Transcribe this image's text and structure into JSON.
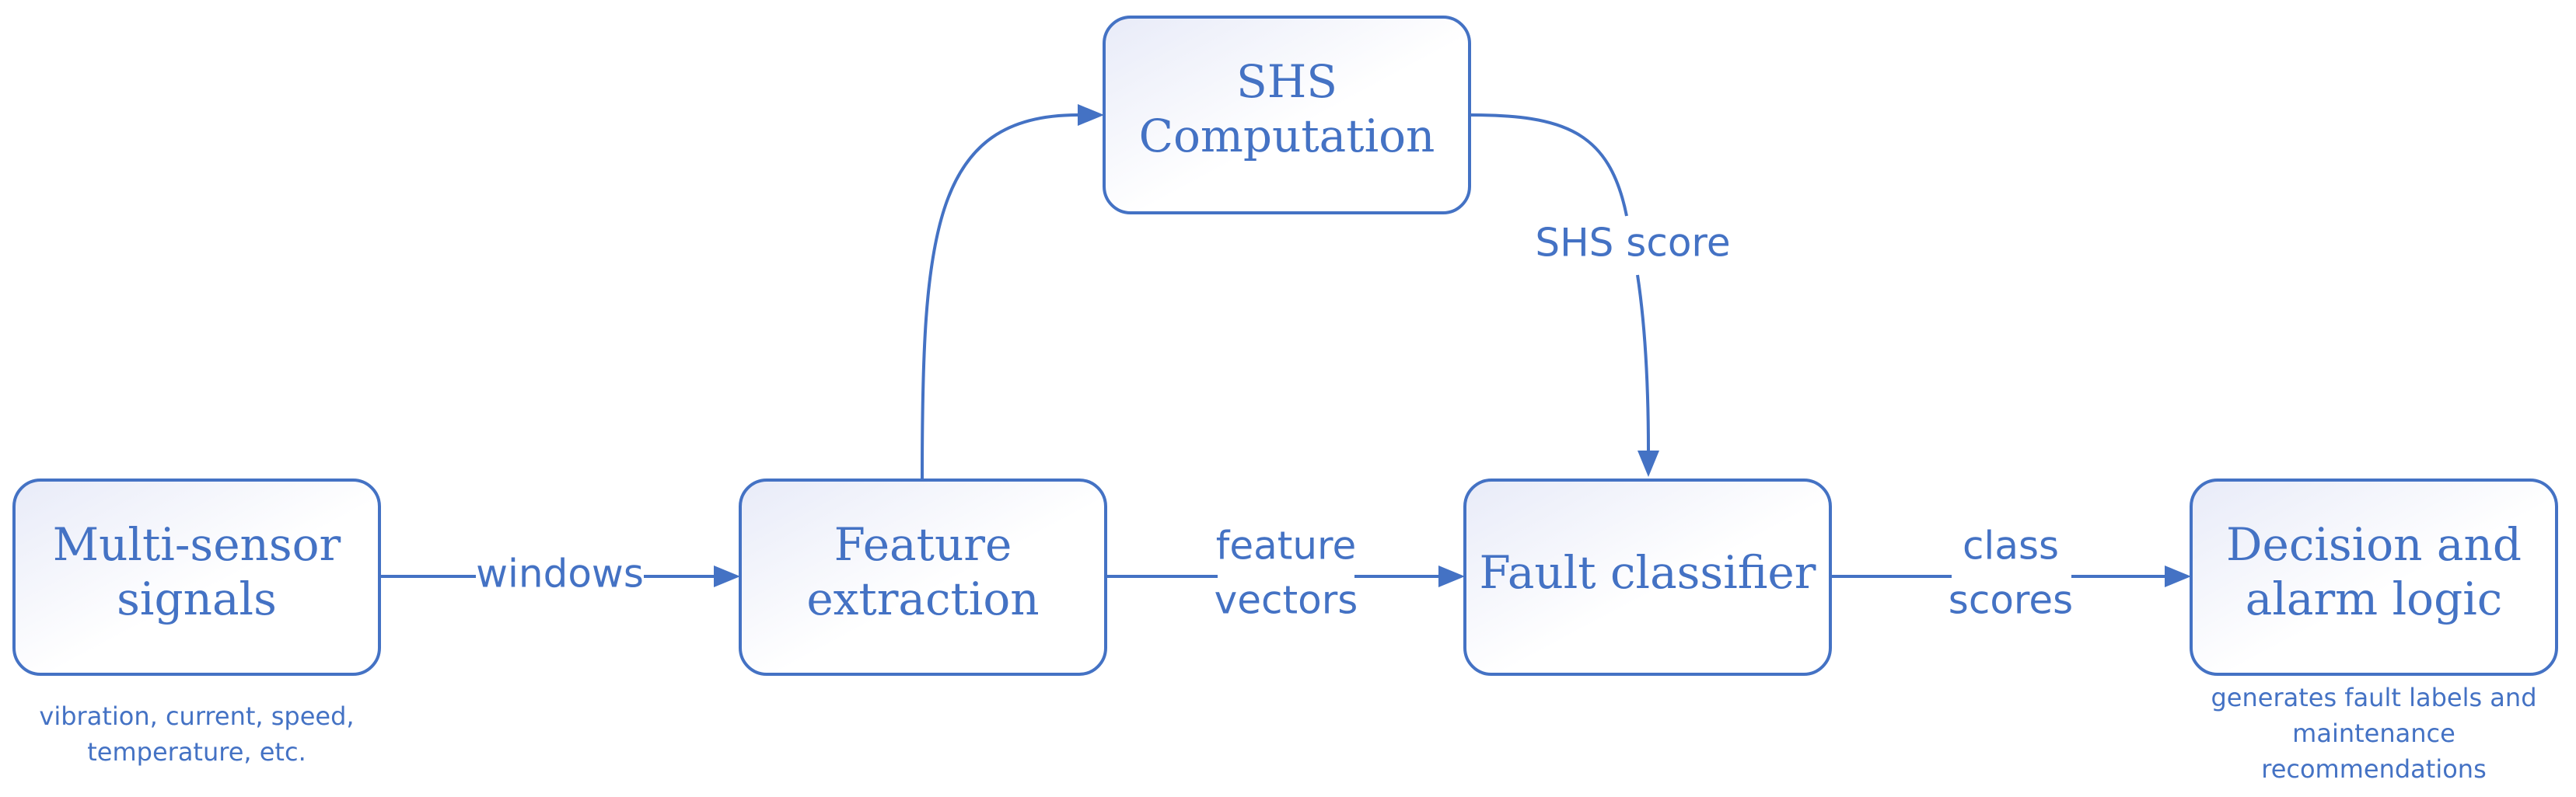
{
  "colors": {
    "accent": "#4472C4",
    "node_fill_start": "#EEF0FA",
    "node_fill_end": "#FFFFFF"
  },
  "nodes": {
    "multi_sensor": {
      "line1": "Multi-sensor",
      "line2": "signals",
      "note_line1": "vibration, current, speed,",
      "note_line2": "temperature, etc."
    },
    "feature_extraction": {
      "line1": "Feature",
      "line2": "extraction"
    },
    "shs_computation": {
      "line1": "SHS",
      "line2": "Computation"
    },
    "fault_classifier": {
      "line1": "Fault classifier"
    },
    "decision": {
      "line1": "Decision and",
      "line2": "alarm logic",
      "note_line1": "generates fault labels and",
      "note_line2": "maintenance",
      "note_line3": "recommendations"
    }
  },
  "edges": {
    "windows": "windows",
    "feature_vectors_line1": "feature",
    "feature_vectors_line2": "vectors",
    "shs_score": "SHS score",
    "class_scores_line1": "class",
    "class_scores_line2": "scores"
  }
}
